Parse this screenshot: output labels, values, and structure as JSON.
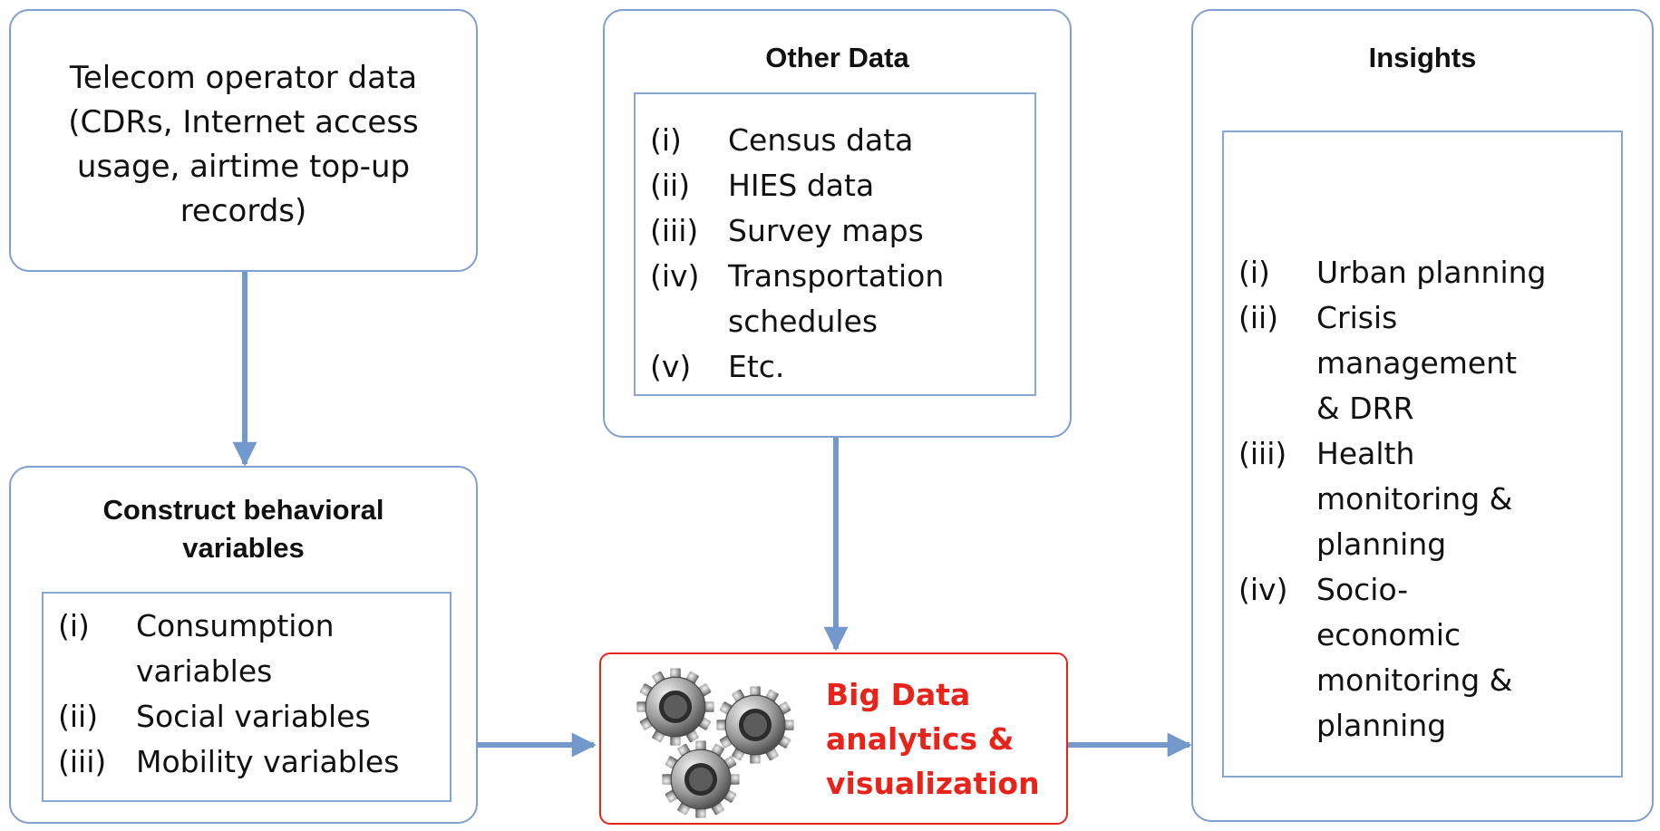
{
  "telecom": {
    "lines": [
      "Telecom operator data",
      "(CDRs, Internet access",
      "usage, airtime top-up",
      "records)"
    ]
  },
  "other_data": {
    "title": "Other Data",
    "items": [
      {
        "num": "(i)",
        "label": "Census data"
      },
      {
        "num": "(ii)",
        "label": "HIES data"
      },
      {
        "num": "(iii)",
        "label": "Survey maps"
      },
      {
        "num": "(iv)",
        "label": "Transportation schedules"
      },
      {
        "num": "(v)",
        "label": "Etc."
      }
    ]
  },
  "behavioral": {
    "title_lines": [
      "Construct behavioral",
      "variables"
    ],
    "items": [
      {
        "num": "(i)",
        "label": "Consumption variables"
      },
      {
        "num": "(ii)",
        "label": "Social variables"
      },
      {
        "num": "(iii)",
        "label": "Mobility variables"
      }
    ]
  },
  "analytics": {
    "lines": [
      "Big Data",
      "analytics &",
      "visualization"
    ],
    "icon": "gears-icon",
    "accent": "#e8231a"
  },
  "insights": {
    "title": "Insights",
    "items": [
      {
        "num": "(i)",
        "label": "Urban planning"
      },
      {
        "num": "(ii)",
        "label": "Crisis management & DRR"
      },
      {
        "num": "(iii)",
        "label": "Health monitoring & planning"
      },
      {
        "num": "(iv)",
        "label": "Socio-economic monitoring & planning"
      }
    ]
  },
  "colors": {
    "box_border": "#7e9fcf",
    "arrow": "#7399cc",
    "highlight_border": "#e8231a"
  }
}
